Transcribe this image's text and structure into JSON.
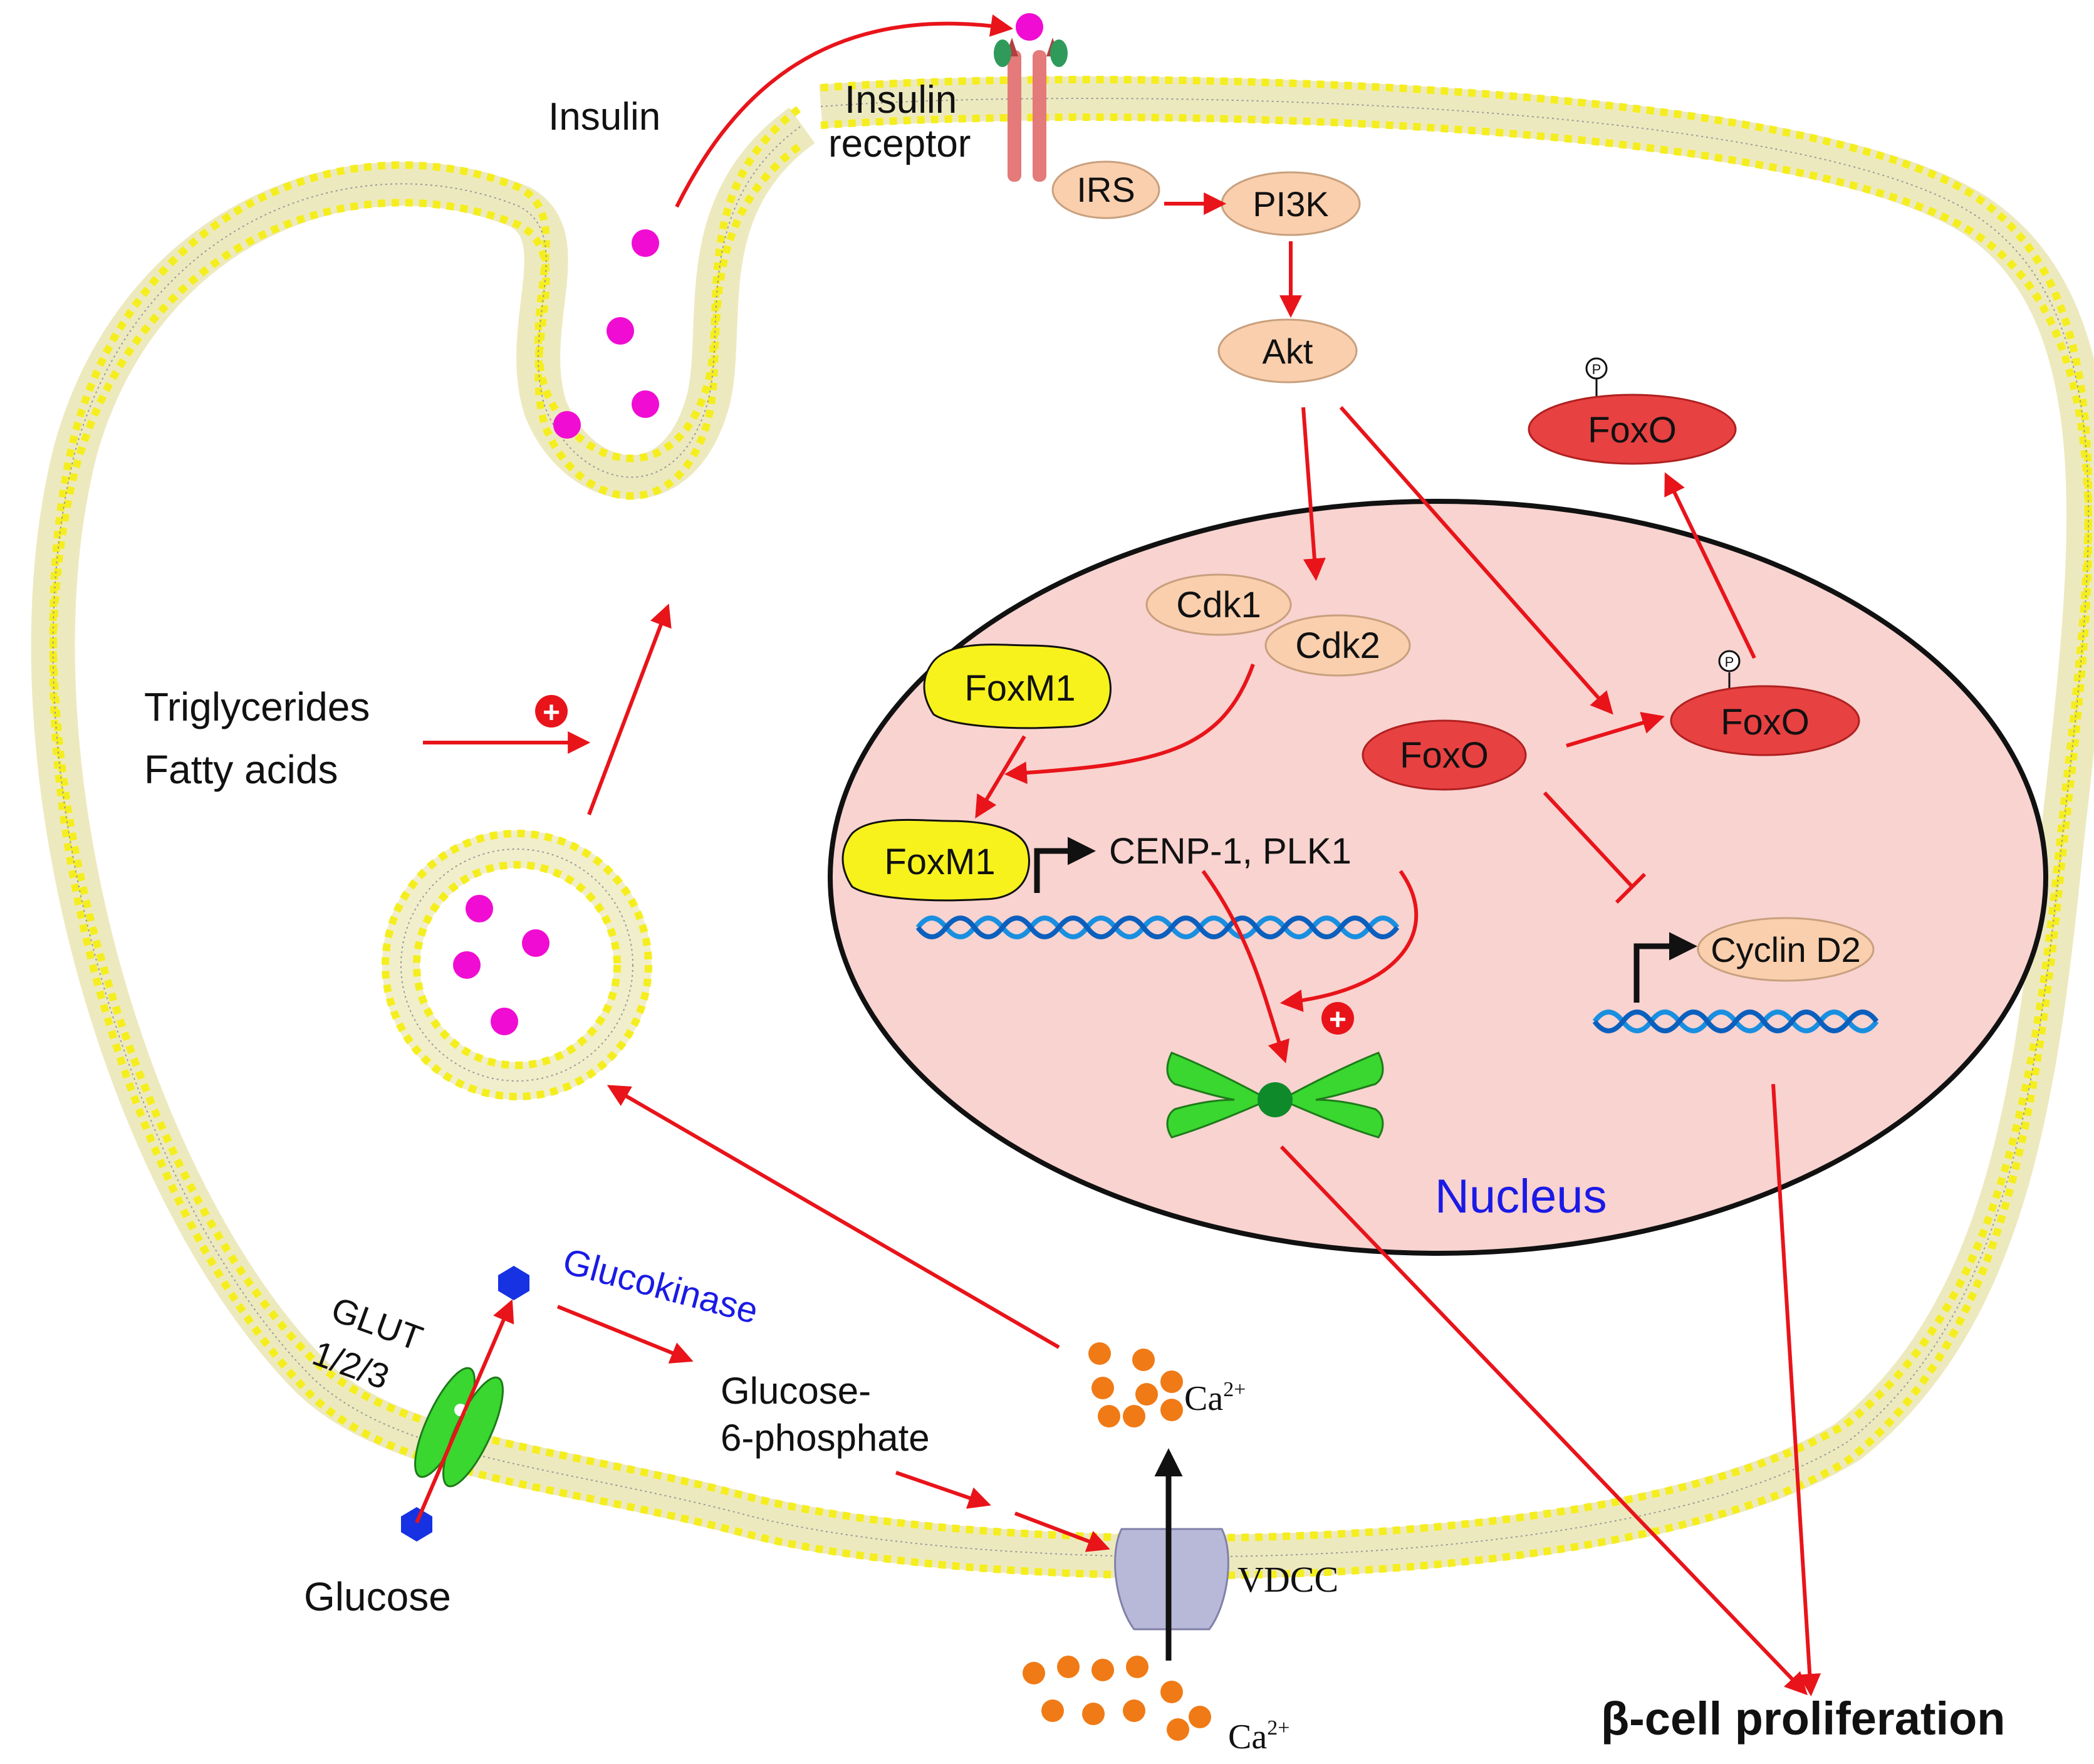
{
  "labels": {
    "insulin": "Insulin",
    "insulin_receptor_line1": "Insulin",
    "insulin_receptor_line2": "receptor",
    "irs": "IRS",
    "pi3k": "PI3K",
    "akt": "Akt",
    "foxo_cyto": "FoxO",
    "foxo_phos": "FoxO",
    "foxo_nuc": "FoxO",
    "phospho_mark": "P",
    "cdk1": "Cdk1",
    "cdk2": "Cdk2",
    "foxm1_top": "FoxM1",
    "foxm1_bottom": "FoxM1",
    "cenp_plk": "CENP-1, PLK1",
    "cyclin_d2": "Cyclin D2",
    "nucleus": "Nucleus",
    "triglycerides": "Triglycerides",
    "fatty_acids": "Fatty acids",
    "plus_sign": "+",
    "glut_line1": "GLUT",
    "glut_line2": "1/2/3",
    "glucose": "Glucose",
    "glucokinase": "Glucokinase",
    "g6p_line1": "Glucose-",
    "g6p_line2": "6-phosphate",
    "ca_inside": "Ca",
    "ca_inside_sup": "2+",
    "ca_outside": "Ca",
    "ca_outside_sup": "2+",
    "vdcc": "VDCC",
    "beta_cell": "β-cell proliferation"
  },
  "colors": {
    "arrow": "#e8141a",
    "membrane_head": "#f5ee1e",
    "nucleus_fill": "#f8d3d0",
    "insulin_granule": "#f00cd2",
    "pale_protein": "#f9cfae",
    "foxo": "#e84142",
    "foxm1": "#f7f21c",
    "dna": "#1a8fe0",
    "chromosome": "#39d72f",
    "calcium": "#f07a16",
    "glucose": "#1632e3",
    "channel": "#b8b8d8",
    "nucleus_text": "#1a1ae6"
  }
}
